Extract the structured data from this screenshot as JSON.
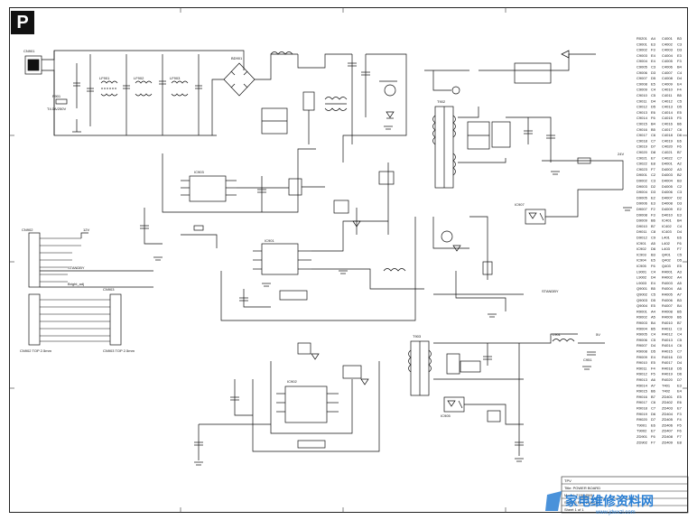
{
  "sheet": {
    "page_letter": "P",
    "connectors": {
      "mains_in": "CN901",
      "out_top": "CN902",
      "out_bottom": "CN903",
      "out_top_part": "CN902 TOP 2.5mm",
      "out_bottom_part": "CN903 TOP 2.5mm"
    },
    "components": {
      "fuse": "F901",
      "fuse_rating": "T4.0A/250V",
      "line_filter_1": "LF901",
      "line_filter_2": "LF902",
      "line_filter_3": "LF903",
      "bridge": "BD901",
      "pfc_ic": "IC901",
      "pwm_ic": "IC903",
      "main_xfmr": "T902",
      "standby_xfmr": "T903",
      "standby_ic": "IC902",
      "opto_1": "IC905",
      "opto_2": "IC907",
      "output_choke": "L901",
      "output_cap": "C951"
    },
    "nets": {
      "standby": "STANDBY",
      "standby_2": "STANDBY",
      "brightness": "Bright_adj",
      "v12": "12V",
      "v5": "5V",
      "v24": "24V"
    },
    "parts_list": {
      "col1": [
        "R0201",
        "C9001",
        "C9002",
        "C9003",
        "C9004",
        "C9005",
        "C9006",
        "C9007",
        "C9008",
        "C9009",
        "C9010",
        "C9011",
        "C9012",
        "C9013",
        "C9014",
        "C9015",
        "C9016",
        "C9017",
        "C9018",
        "C9019",
        "C9020",
        "C9021",
        "C9022",
        "C9023",
        "D9001",
        "D9002",
        "D9003",
        "D9004",
        "D9005",
        "D9006",
        "D9007",
        "D9008",
        "D9009",
        "D9010",
        "D9011",
        "D9012",
        "IC901",
        "IC902",
        "IC903",
        "IC904",
        "IC905",
        "L9001",
        "L9002",
        "L9003",
        "Q9001",
        "Q9002",
        "Q9003",
        "Q9004",
        "R9001",
        "R9002",
        "R9003",
        "R9004",
        "R9005",
        "R9006",
        "R9007",
        "R9008",
        "R9009",
        "R9010",
        "R9011",
        "R9012",
        "R9013",
        "R9014",
        "R9015",
        "R9016",
        "R9017",
        "R9018",
        "R9019",
        "R9020",
        "T9001",
        "T9002",
        "ZD901",
        "ZD902"
      ],
      "col2": [
        "A4",
        "E3",
        "F3",
        "E4",
        "E4",
        "C3",
        "D3",
        "D5",
        "E5",
        "C4",
        "C5",
        "D4",
        "D5",
        "E6",
        "F6",
        "B4",
        "B5",
        "C6",
        "C7",
        "D7",
        "D8",
        "E7",
        "E8",
        "F7",
        "C2",
        "C3",
        "D2",
        "D3",
        "E2",
        "E3",
        "F2",
        "F3",
        "B6",
        "B7",
        "C8",
        "C9",
        "A5",
        "D6",
        "B3",
        "E5",
        "F6",
        "C4",
        "D4",
        "E4",
        "B5",
        "C5",
        "D5",
        "E5",
        "A4",
        "A5",
        "B4",
        "B5",
        "C4",
        "C5",
        "D4",
        "D5",
        "E4",
        "E5",
        "F4",
        "F5",
        "A6",
        "A7",
        "B6",
        "B7",
        "C6",
        "C7",
        "D6",
        "D7",
        "E6",
        "E7",
        "F6",
        "F7"
      ],
      "col3": [
        "C4001",
        "C4002",
        "C4003",
        "C4004",
        "C4005",
        "C4006",
        "C4007",
        "C4008",
        "C4009",
        "C4010",
        "C4011",
        "C4012",
        "C4013",
        "C4014",
        "C4015",
        "C4016",
        "C4017",
        "C4018",
        "C4019",
        "C4020",
        "C4021",
        "C4022",
        "D4001",
        "D4002",
        "D4003",
        "D4004",
        "D4005",
        "D4006",
        "D4007",
        "D4008",
        "D4009",
        "D4010",
        "IC401",
        "IC402",
        "IC403",
        "L401",
        "L402",
        "L403",
        "Q401",
        "Q402",
        "Q403",
        "R4001",
        "R4002",
        "R4003",
        "R4004",
        "R4005",
        "R4006",
        "R4007",
        "R4008",
        "R4009",
        "R4010",
        "R4011",
        "R4012",
        "R4013",
        "R4014",
        "R4015",
        "R4016",
        "R4017",
        "R4018",
        "R4019",
        "R4020",
        "T401",
        "T402",
        "ZD401",
        "ZD402",
        "ZD403",
        "ZD404",
        "ZD405",
        "ZD406",
        "ZD407",
        "ZD408",
        "ZD409"
      ],
      "col4": [
        "B3",
        "C3",
        "D3",
        "E3",
        "F3",
        "B4",
        "C4",
        "D4",
        "E4",
        "F4",
        "B5",
        "C5",
        "D5",
        "E5",
        "F5",
        "B6",
        "C6",
        "D6",
        "E6",
        "F6",
        "B7",
        "C7",
        "A2",
        "A3",
        "B2",
        "B3",
        "C2",
        "C3",
        "D2",
        "D3",
        "E2",
        "E3",
        "B4",
        "C4",
        "D4",
        "E6",
        "F6",
        "F7",
        "C5",
        "D5",
        "E5",
        "A3",
        "A4",
        "A5",
        "A6",
        "A7",
        "B3",
        "B4",
        "B5",
        "B6",
        "B7",
        "C3",
        "C4",
        "C5",
        "C6",
        "C7",
        "D3",
        "D4",
        "D5",
        "D6",
        "D7",
        "E3",
        "E4",
        "E5",
        "E6",
        "E7",
        "F3",
        "F4",
        "F5",
        "F6",
        "F7",
        "E8"
      ]
    },
    "title_block": {
      "company": "TPV",
      "rows": [
        "Title: POWER BOARD",
        "Model: 715G4581",
        "Size A3  Rev. 2014-11",
        "Sheet 1 of 1"
      ]
    },
    "watermark": {
      "text": "家电维修资料网",
      "url": "www.jdwxzl.com"
    }
  }
}
